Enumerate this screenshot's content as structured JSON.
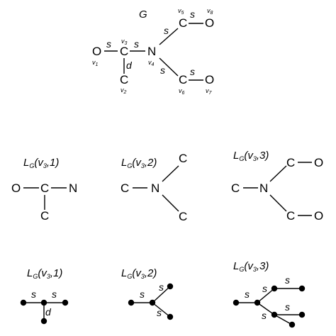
{
  "graph": {
    "title": "G",
    "vertex_labels": [
      "v",
      "1",
      "v",
      "2",
      "v",
      "3",
      "v",
      "4",
      "v",
      "5",
      "v",
      "6",
      "v",
      "7",
      "v",
      "8"
    ],
    "atoms": {
      "O_left": "O",
      "C_center": "C",
      "N": "N",
      "C_bottom": "C",
      "C_upper": "C",
      "O_upper": "O",
      "C_lower": "C",
      "O_lower": "O"
    },
    "bonds": {
      "s": "s",
      "d": "d"
    }
  },
  "captions": {
    "L": "L",
    "G": "G",
    "open": "(",
    "v": "v",
    "three": "3",
    "comma1": ",1)",
    "comma2": ",2)",
    "comma3": ",3)"
  },
  "middle_row": {
    "panel1": {
      "O": "O",
      "C_top": "C",
      "N": "N",
      "C_bottom": "C"
    },
    "panel2": {
      "C_left": "C",
      "N": "N",
      "C_up": "C",
      "C_down": "C"
    },
    "panel3": {
      "C_left": "C",
      "N": "N",
      "C_up": "C",
      "O_up": "O",
      "C_down": "C",
      "O_down": "O"
    }
  },
  "bottom_row": {
    "bond_s": "s",
    "bond_d": "d"
  }
}
